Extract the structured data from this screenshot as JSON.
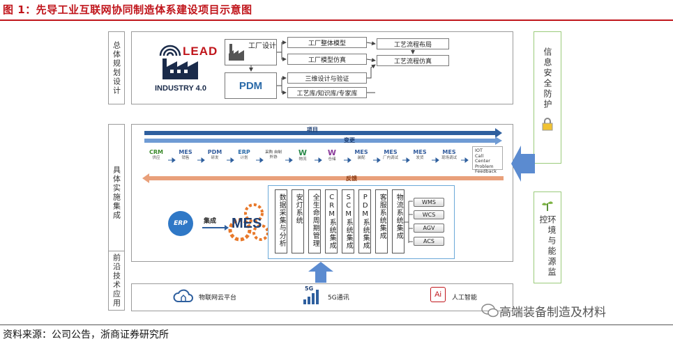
{
  "title": "图 1：先导工业互联网协同制造体系建设项目示意图",
  "source": "资料来源：公司公告，浙商证券研究所",
  "watermark": "高端装备制造及材料",
  "colors": {
    "title_red": "#c0151b",
    "arrow_blue": "#5b8bd0",
    "bar_blue": "#2e5f9e",
    "feedback_orange": "#e9a07a"
  },
  "left_labels": [
    "总体规划设计",
    "具体实施集成",
    "前沿技术应用"
  ],
  "right_labels": {
    "security": "信息安全防护",
    "energy": "环境与能源监控"
  },
  "top": {
    "logo": {
      "mark": "LEAD",
      "subtitle": "INDUSTRY 4.0"
    },
    "factory_label": "工厂设计",
    "pdm_label": "PDM",
    "boxes": {
      "factory_model": "工厂整体模型",
      "factory_sim": "工厂模型仿真",
      "process_layout": "工艺流程布局",
      "process_sim": "工艺流程仿真",
      "three_d": "三维设计与验证",
      "knowledge": "工艺库/知识库/专家库"
    }
  },
  "middle": {
    "bar_project": "项目",
    "bar_change": "变更",
    "bar_feedback": "反馈",
    "flow": [
      {
        "top": "CRM",
        "sub": "供应"
      },
      {
        "top": "MES",
        "sub": "销售"
      },
      {
        "top": "PDM",
        "sub": "研发"
      },
      {
        "top": "ERP",
        "sub": "计划"
      },
      {
        "top": "采购 自制 外协",
        "sub": ""
      },
      {
        "top": "W",
        "sub": "物流"
      },
      {
        "top": "W",
        "sub": "仓储"
      },
      {
        "top": "MES",
        "sub": "装配"
      },
      {
        "top": "MES",
        "sub": "厂内调试"
      },
      {
        "top": "MES",
        "sub": "发货"
      },
      {
        "top": "MES",
        "sub": "现场调试"
      }
    ],
    "iot": [
      "IOT",
      "Call Center",
      "Problem",
      "Feedback"
    ],
    "erp_label": "ERP",
    "integrate_label": "集成",
    "mes_brand": "MES",
    "columns": [
      "数据采集与分析",
      "安灯系统",
      "全生命周期管理",
      "CRM系统集成",
      "SCM系统集成",
      "PDM系统集成",
      "客服系统集成",
      "物流系统集成"
    ],
    "chips": [
      "WMS",
      "WCS",
      "AGV",
      "ACS"
    ]
  },
  "bottom": {
    "iot_cloud": "物联网云平台",
    "five_g_icon": "5G",
    "five_g": "5G通讯",
    "ai_icon": "Ai",
    "ai": "人工智能"
  }
}
